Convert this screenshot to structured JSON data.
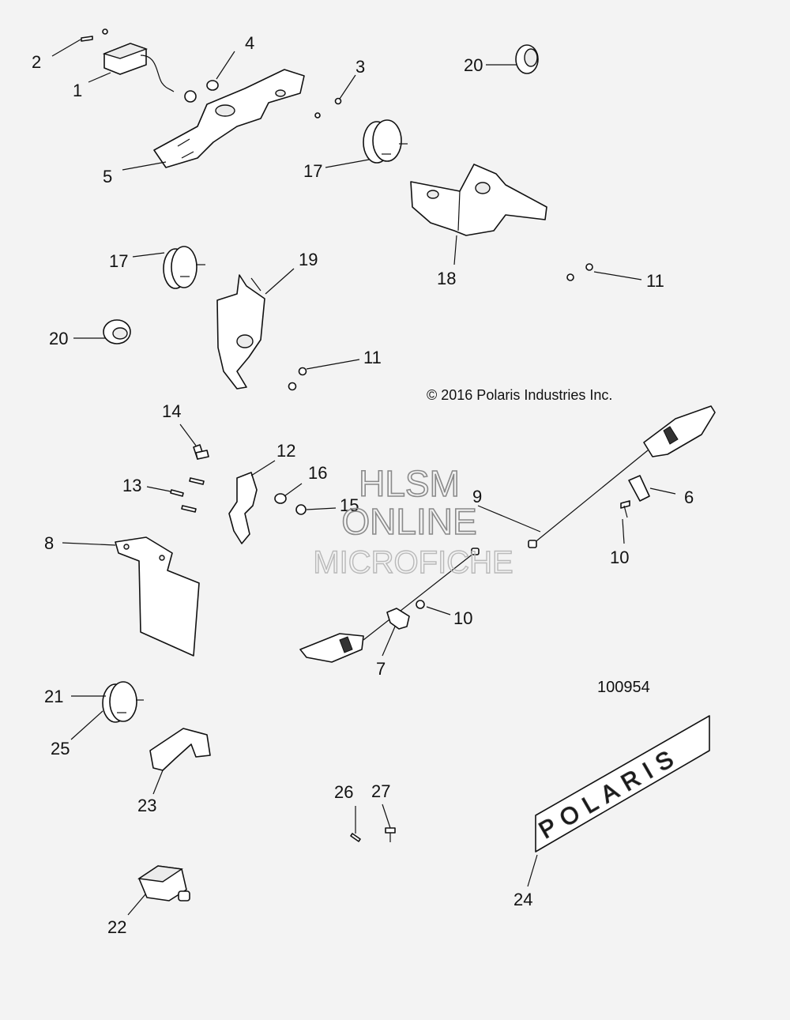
{
  "diagram": {
    "copyright": "© 2016 Polaris Industries Inc.",
    "illustration_number": "100954",
    "watermark": [
      "HLSM",
      "ONLINE",
      "MICROFICHE"
    ],
    "plate_lettering": "POLARIS",
    "callouts": [
      "1",
      "2",
      "3",
      "4",
      "5",
      "6",
      "7",
      "8",
      "9",
      "10",
      "10",
      "11",
      "11",
      "12",
      "13",
      "14",
      "15",
      "16",
      "17",
      "17",
      "18",
      "19",
      "20",
      "20",
      "21",
      "22",
      "23",
      "24",
      "25",
      "26",
      "27"
    ]
  }
}
